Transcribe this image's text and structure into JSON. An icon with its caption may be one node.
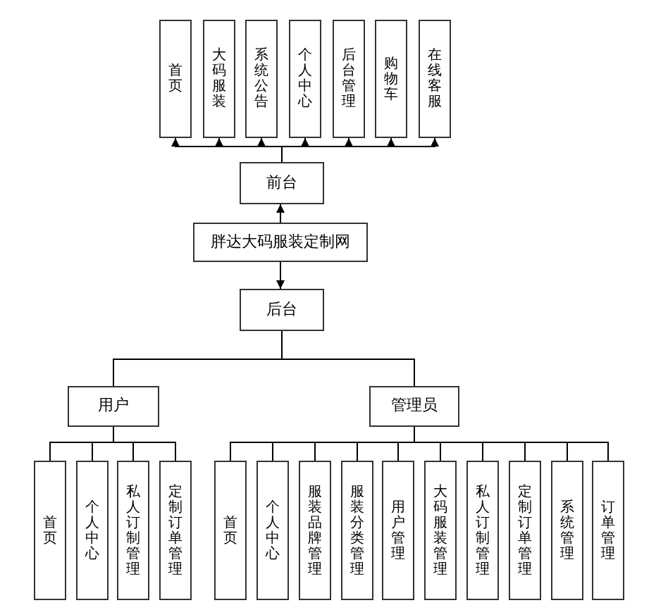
{
  "diagram": {
    "nodes": [
      {
        "text": [
          "首页"
        ]
      },
      {
        "text": [
          "大码服装"
        ]
      },
      {
        "text": [
          "系统公告"
        ]
      },
      {
        "text": [
          "个人中心"
        ]
      },
      {
        "text": [
          "后台管理"
        ]
      },
      {
        "text": [
          "购物车"
        ]
      },
      {
        "text": [
          "在线客服"
        ]
      },
      {
        "text": [
          "前台"
        ]
      },
      {
        "text": [
          "胖达大码服装定制网"
        ]
      },
      {
        "text": [
          "后台"
        ]
      },
      {
        "text": [
          "用户"
        ]
      },
      {
        "text": [
          "管理员"
        ]
      },
      {
        "text": [
          "首页"
        ]
      },
      {
        "text": [
          "个人中心"
        ]
      },
      {
        "text": [
          "私人订制管理"
        ]
      },
      {
        "text": [
          "定制订单管理"
        ]
      },
      {
        "text": [
          "首页"
        ]
      },
      {
        "text": [
          "个人中心"
        ]
      },
      {
        "text": [
          "服装品牌管理"
        ]
      },
      {
        "text": [
          "服装分类管理"
        ]
      },
      {
        "text": [
          "用户管理"
        ]
      },
      {
        "text": [
          "大码服装管理"
        ]
      },
      {
        "text": [
          "私人订制管理"
        ]
      },
      {
        "text": [
          "定制订单管理"
        ]
      },
      {
        "text": [
          "系统管理"
        ]
      },
      {
        "text": [
          "订单管理"
        ]
      }
    ],
    "edges": [
      {
        "from": 8,
        "to": 7,
        "arrow": "to"
      },
      {
        "from": 7,
        "to": 0,
        "arrow": "to"
      },
      {
        "from": 7,
        "to": 1,
        "arrow": "to"
      },
      {
        "from": 7,
        "to": 2,
        "arrow": "to"
      },
      {
        "from": 7,
        "to": 3,
        "arrow": "to"
      },
      {
        "from": 7,
        "to": 4,
        "arrow": "to"
      },
      {
        "from": 7,
        "to": 5,
        "arrow": "to"
      },
      {
        "from": 7,
        "to": 6,
        "arrow": "to"
      },
      {
        "from": 8,
        "to": 9,
        "arrow": "to"
      },
      {
        "from": 9,
        "to": 10,
        "arrow": "none"
      },
      {
        "from": 9,
        "to": 11,
        "arrow": "none"
      },
      {
        "from": 10,
        "to": 12,
        "arrow": "none"
      },
      {
        "from": 10,
        "to": 13,
        "arrow": "none"
      },
      {
        "from": 10,
        "to": 14,
        "arrow": "none"
      },
      {
        "from": 10,
        "to": 15,
        "arrow": "none"
      },
      {
        "from": 11,
        "to": 16,
        "arrow": "none"
      },
      {
        "from": 11,
        "to": 17,
        "arrow": "none"
      },
      {
        "from": 11,
        "to": 18,
        "arrow": "none"
      },
      {
        "from": 11,
        "to": 19,
        "arrow": "none"
      },
      {
        "from": 11,
        "to": 20,
        "arrow": "none"
      },
      {
        "from": 11,
        "to": 21,
        "arrow": "none"
      },
      {
        "from": 11,
        "to": 22,
        "arrow": "none"
      },
      {
        "from": 11,
        "to": 23,
        "arrow": "none"
      },
      {
        "from": 11,
        "to": 24,
        "arrow": "none"
      },
      {
        "from": 11,
        "to": 25,
        "arrow": "none"
      }
    ]
  }
}
